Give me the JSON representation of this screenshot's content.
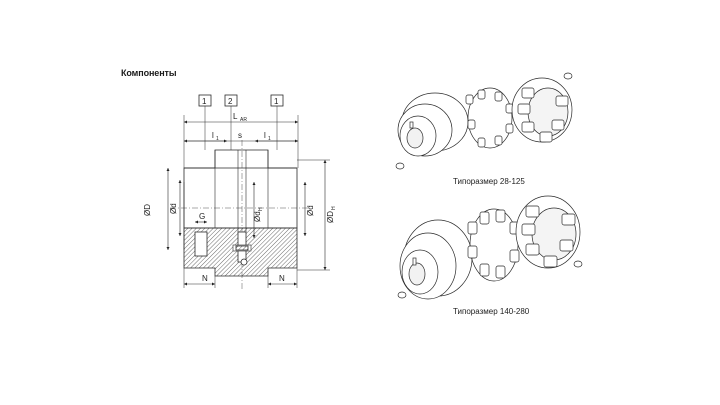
{
  "header": {
    "title": "Компоненты"
  },
  "drawing": {
    "callouts": [
      "1",
      "2",
      "1"
    ],
    "dims": {
      "lar_main": "L",
      "lar_sub": "AR",
      "l1_left_main": "l",
      "l1_left_sub": "1",
      "s": "s",
      "l1_right_main": "l",
      "l1_right_sub": "1",
      "phi_D": "ØD",
      "phi_d_left": "Ød",
      "phi_dH_main": "Ød",
      "phi_dH_sub": "H",
      "phi_d_right": "Ød",
      "phi_DH_main": "ØD",
      "phi_DH_sub": "H",
      "G": "G",
      "N_left": "N",
      "N_right": "N"
    }
  },
  "captions": {
    "size_small": "Типоразмер 28-125",
    "size_large": "Типоразмер 140-280"
  },
  "colors": {
    "line": "#2a2a2a",
    "hatch": "#555555"
  }
}
